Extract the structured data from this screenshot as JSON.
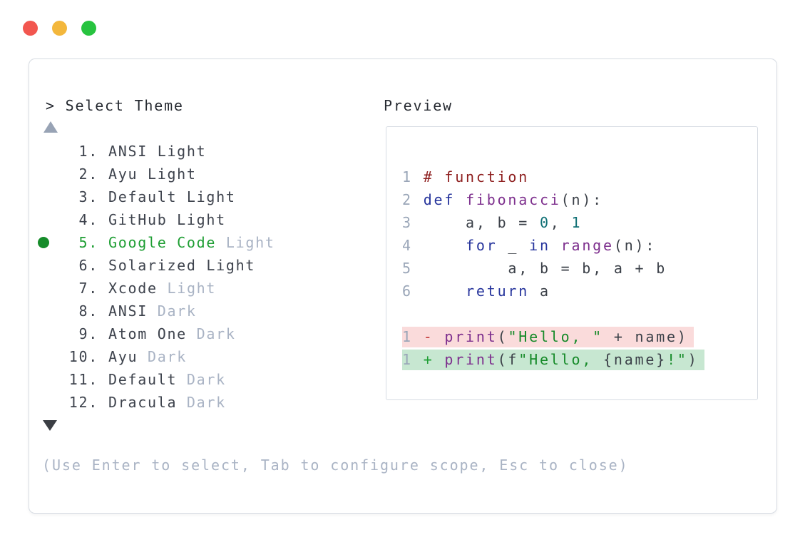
{
  "window": {
    "controls": [
      {
        "name": "close-button",
        "color": "#f2564f"
      },
      {
        "name": "minimize-button",
        "color": "#f3b73c"
      },
      {
        "name": "zoom-button",
        "color": "#27c33f"
      }
    ]
  },
  "palette": {
    "selected_green": "#1e9e33",
    "dim_gray": "#a9b3c4",
    "text_dark": "#3e434d",
    "panel_border": "#d7dce3",
    "comment_red": "#8e1f1f",
    "keyword_navy": "#26349c",
    "function_purple": "#7d2f8d",
    "string_green": "#158a28",
    "number_teal": "#0e6f74",
    "removed_bg": "#fadbdb",
    "added_bg": "#c7e7d1"
  },
  "selector": {
    "title": "> Select Theme",
    "hint": "(Use Enter to select, Tab to configure scope, Esc to close)",
    "items": [
      {
        "num": "1.",
        "selected": false,
        "parts": [
          {
            "text": "ANSI Light",
            "style": "normal"
          }
        ]
      },
      {
        "num": "2.",
        "selected": false,
        "parts": [
          {
            "text": "Ayu Light",
            "style": "normal"
          }
        ]
      },
      {
        "num": "3.",
        "selected": false,
        "parts": [
          {
            "text": "Default Light",
            "style": "normal"
          }
        ]
      },
      {
        "num": "4.",
        "selected": false,
        "parts": [
          {
            "text": "GitHub Light",
            "style": "normal"
          }
        ]
      },
      {
        "num": "5.",
        "selected": true,
        "parts": [
          {
            "text": "Google Code",
            "style": "selected"
          },
          {
            "text": " Light",
            "style": "dim"
          }
        ]
      },
      {
        "num": "6.",
        "selected": false,
        "parts": [
          {
            "text": "Solarized Light",
            "style": "normal"
          }
        ]
      },
      {
        "num": "7.",
        "selected": false,
        "parts": [
          {
            "text": "Xcode",
            "style": "normal"
          },
          {
            "text": " Light",
            "style": "dim"
          }
        ]
      },
      {
        "num": "8.",
        "selected": false,
        "parts": [
          {
            "text": "ANSI",
            "style": "normal"
          },
          {
            "text": " Dark",
            "style": "dim"
          }
        ]
      },
      {
        "num": "9.",
        "selected": false,
        "parts": [
          {
            "text": "Atom One",
            "style": "normal"
          },
          {
            "text": " Dark",
            "style": "dim"
          }
        ]
      },
      {
        "num": "10.",
        "selected": false,
        "parts": [
          {
            "text": "Ayu",
            "style": "normal"
          },
          {
            "text": " Dark",
            "style": "dim"
          }
        ]
      },
      {
        "num": "11.",
        "selected": false,
        "parts": [
          {
            "text": "Default",
            "style": "normal"
          },
          {
            "text": " Dark",
            "style": "dim"
          }
        ]
      },
      {
        "num": "12.",
        "selected": false,
        "parts": [
          {
            "text": "Dracula",
            "style": "normal"
          },
          {
            "text": " Dark",
            "style": "dim"
          }
        ]
      }
    ]
  },
  "preview": {
    "label": "Preview",
    "code_lines": [
      {
        "num": "1",
        "diff": null,
        "tokens": [
          {
            "t": "# function",
            "s": "comment"
          }
        ]
      },
      {
        "num": "2",
        "diff": null,
        "tokens": [
          {
            "t": "def",
            "s": "kw"
          },
          {
            "t": " ",
            "s": "plain"
          },
          {
            "t": "fibonacci",
            "s": "fn"
          },
          {
            "t": "(n):",
            "s": "plain"
          }
        ]
      },
      {
        "num": "3",
        "diff": null,
        "tokens": [
          {
            "t": "    a, b = ",
            "s": "plain"
          },
          {
            "t": "0",
            "s": "lit"
          },
          {
            "t": ", ",
            "s": "plain"
          },
          {
            "t": "1",
            "s": "lit"
          }
        ]
      },
      {
        "num": "4",
        "diff": null,
        "tokens": [
          {
            "t": "    ",
            "s": "plain"
          },
          {
            "t": "for",
            "s": "kw"
          },
          {
            "t": " _ ",
            "s": "plain"
          },
          {
            "t": "in",
            "s": "kw"
          },
          {
            "t": " ",
            "s": "plain"
          },
          {
            "t": "range",
            "s": "fn"
          },
          {
            "t": "(n):",
            "s": "plain"
          }
        ]
      },
      {
        "num": "5",
        "diff": null,
        "tokens": [
          {
            "t": "        a, b = b, a + b",
            "s": "plain"
          }
        ]
      },
      {
        "num": "6",
        "diff": null,
        "tokens": [
          {
            "t": "    ",
            "s": "plain"
          },
          {
            "t": "return",
            "s": "kw"
          },
          {
            "t": " a",
            "s": "plain"
          }
        ]
      },
      {
        "num": "",
        "diff": null,
        "tokens": []
      },
      {
        "num": "1",
        "diff": "removed",
        "tokens": [
          {
            "t": " ",
            "s": "plain"
          },
          {
            "t": "-",
            "s": "minus"
          },
          {
            "t": " ",
            "s": "plain"
          },
          {
            "t": "print",
            "s": "fn"
          },
          {
            "t": "(",
            "s": "plain"
          },
          {
            "t": "\"Hello, \"",
            "s": "str"
          },
          {
            "t": " + name)",
            "s": "plain"
          }
        ]
      },
      {
        "num": "1",
        "diff": "added",
        "tokens": [
          {
            "t": " ",
            "s": "plain"
          },
          {
            "t": "+",
            "s": "plus"
          },
          {
            "t": " ",
            "s": "plain"
          },
          {
            "t": "print",
            "s": "fn"
          },
          {
            "t": "(f",
            "s": "plain"
          },
          {
            "t": "\"Hello, ",
            "s": "str"
          },
          {
            "t": "{name}",
            "s": "plain"
          },
          {
            "t": "!\"",
            "s": "str"
          },
          {
            "t": ")",
            "s": "plain"
          }
        ]
      }
    ]
  }
}
